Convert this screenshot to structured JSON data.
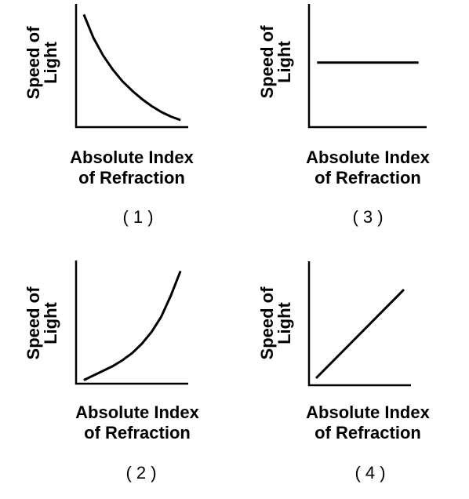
{
  "chart_data": [
    {
      "type": "line",
      "ylabel_line1": "Speed of",
      "ylabel_line2": "Light",
      "xlabel_line1": "Absolute Index",
      "xlabel_line2": "of Refraction",
      "number_label": "( 1 )",
      "shape": "decreasing-curve",
      "x": [
        0.0,
        0.1,
        0.2,
        0.3,
        0.4,
        0.5,
        0.6,
        0.7,
        0.8,
        0.9,
        1.0
      ],
      "y": [
        0.96,
        0.76,
        0.61,
        0.49,
        0.39,
        0.31,
        0.24,
        0.18,
        0.13,
        0.09,
        0.06
      ],
      "xlim": [
        -0.08,
        1.08
      ],
      "ylim": [
        0,
        1.05
      ]
    },
    {
      "type": "line",
      "ylabel_line1": "Speed of",
      "ylabel_line2": "Light",
      "xlabel_line1": "Absolute Index",
      "xlabel_line2": "of Refraction",
      "number_label": "( 2 )",
      "shape": "increasing-curve",
      "x": [
        0.0,
        0.1,
        0.2,
        0.3,
        0.4,
        0.5,
        0.6,
        0.7,
        0.8,
        0.9,
        1.0
      ],
      "y": [
        0.03,
        0.07,
        0.11,
        0.15,
        0.2,
        0.26,
        0.34,
        0.44,
        0.57,
        0.75,
        0.96
      ],
      "xlim": [
        -0.08,
        1.08
      ],
      "ylim": [
        0,
        1.05
      ]
    },
    {
      "type": "line",
      "ylabel_line1": "Speed of",
      "ylabel_line2": "Light",
      "xlabel_line1": "Absolute Index",
      "xlabel_line2": "of Refraction",
      "number_label": "( 3 )",
      "shape": "constant",
      "x": [
        0.0,
        1.0
      ],
      "y": [
        0.55,
        0.55
      ],
      "xlim": [
        -0.08,
        1.08
      ],
      "ylim": [
        0,
        1.05
      ]
    },
    {
      "type": "line",
      "ylabel_line1": "Speed of",
      "ylabel_line2": "Light",
      "xlabel_line1": "Absolute Index",
      "xlabel_line2": "of Refraction",
      "number_label": "( 4 )",
      "shape": "linear-increasing",
      "x": [
        0.0,
        1.0
      ],
      "y": [
        0.06,
        0.81
      ],
      "xlim": [
        -0.08,
        1.08
      ],
      "ylim": [
        0,
        1.05
      ]
    }
  ]
}
